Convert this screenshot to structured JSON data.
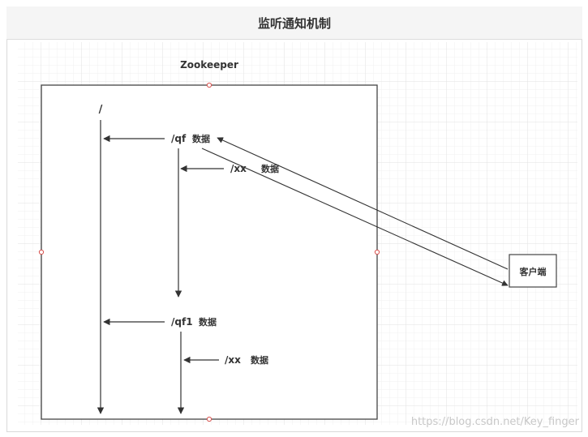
{
  "header": {
    "title": "监听通知机制"
  },
  "diagram": {
    "zookeeper_label": "Zookeeper",
    "root_label": "/",
    "qf_label": "/qf",
    "qf_data": "数据",
    "qf_child_label": "/xx",
    "qf_child_data": "数据",
    "qf1_label": "/qf1",
    "qf1_data": "数据",
    "qf1_child_label": "/xx",
    "qf1_child_data": "数据",
    "client_label": "客户端"
  },
  "watermark": "https://blog.csdn.net/Key_finger",
  "colors": {
    "line": "#333333",
    "handle": "#d9534f",
    "grid": "#ececec"
  }
}
